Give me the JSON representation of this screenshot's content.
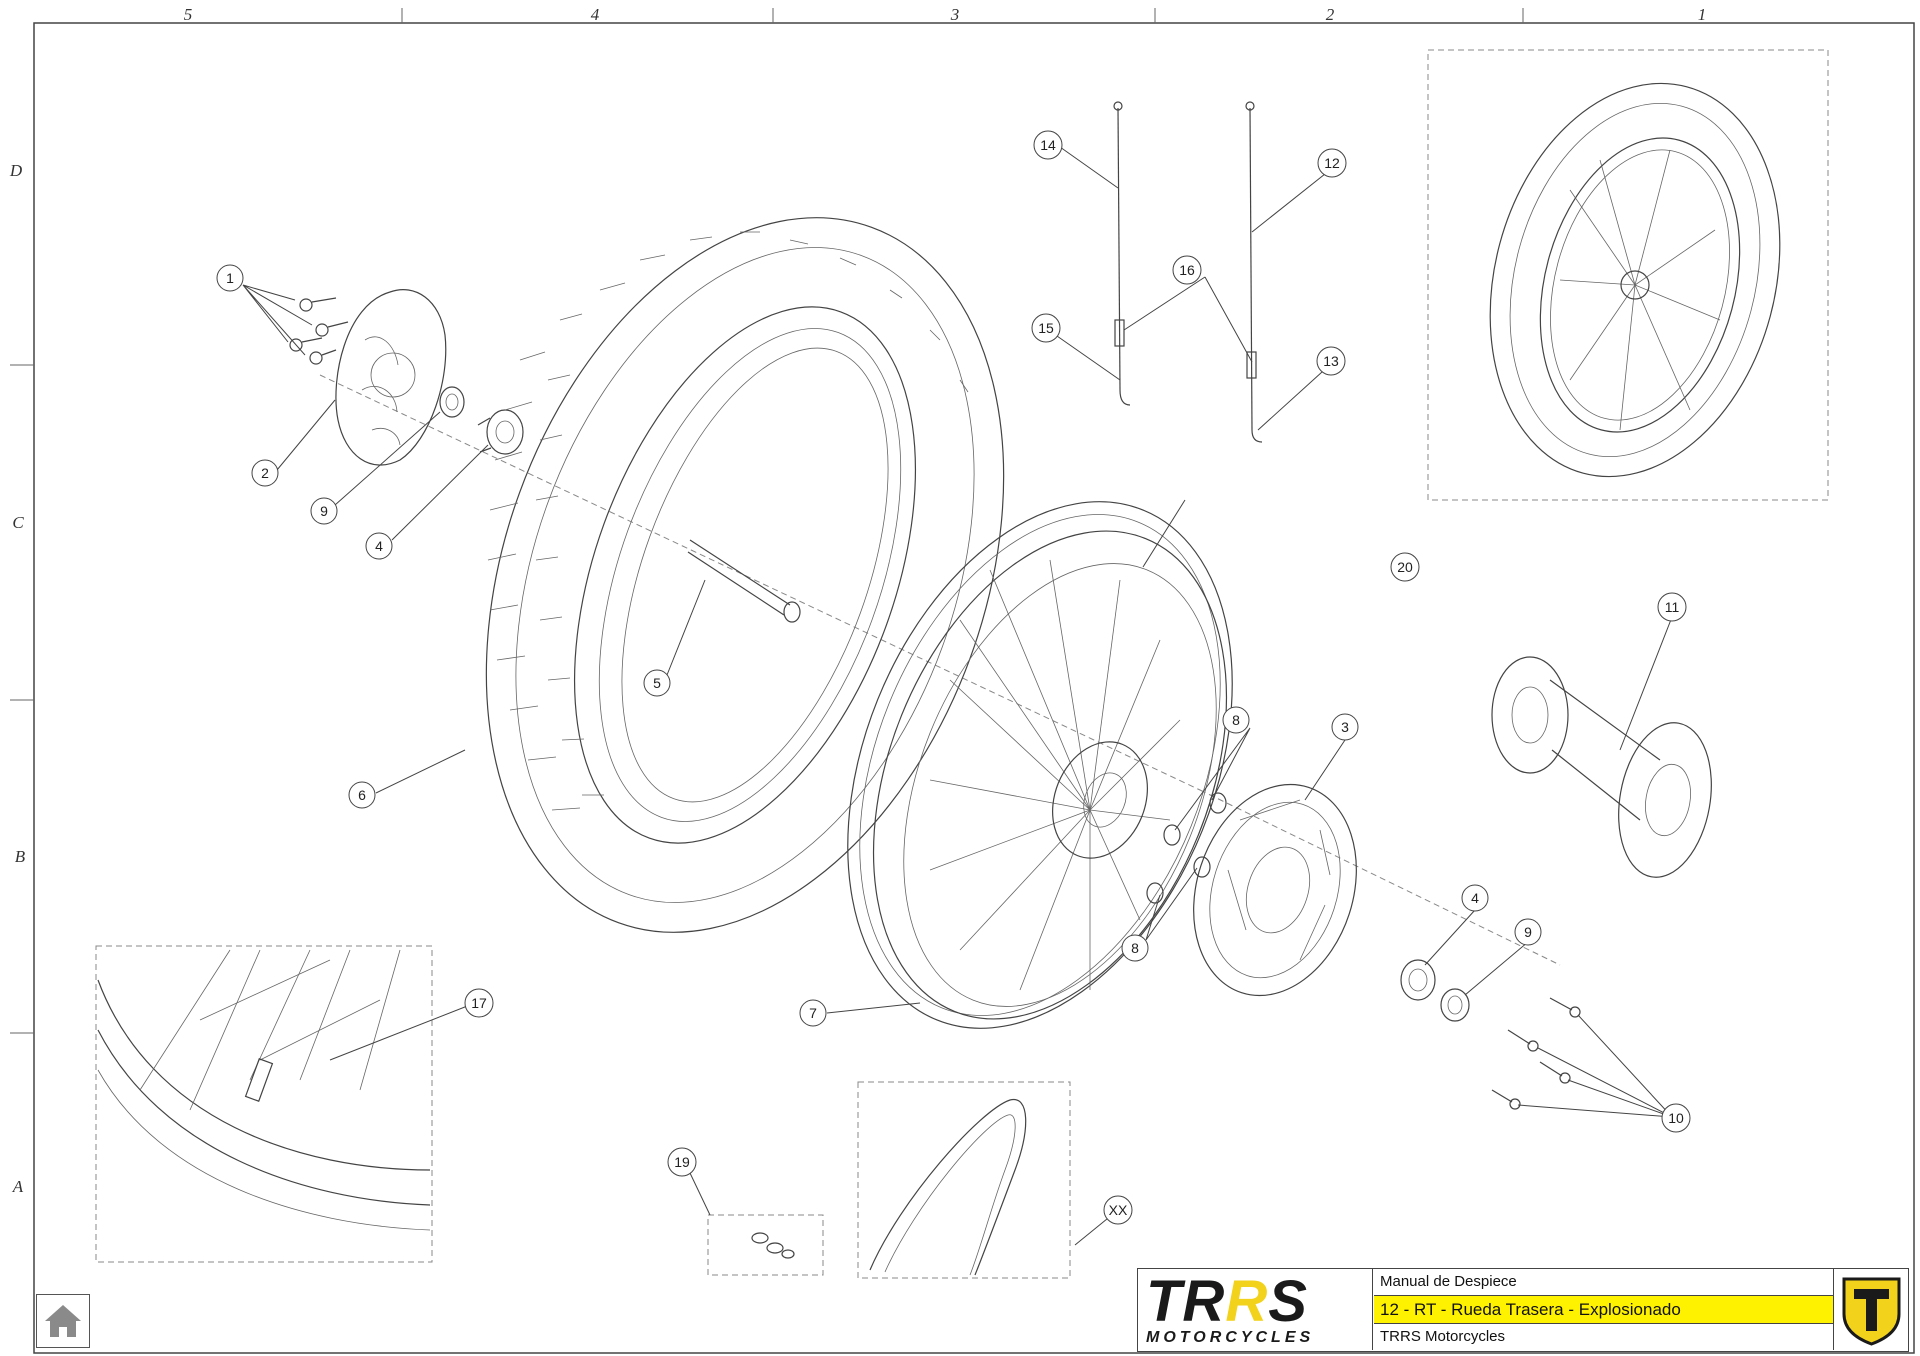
{
  "grid": {
    "columns": [
      "5",
      "4",
      "3",
      "2",
      "1"
    ],
    "rows": [
      "D",
      "C",
      "B",
      "A"
    ]
  },
  "callouts": [
    {
      "id": "c1",
      "label": "1"
    },
    {
      "id": "c2",
      "label": "2"
    },
    {
      "id": "c9a",
      "label": "9"
    },
    {
      "id": "c4a",
      "label": "4"
    },
    {
      "id": "c5",
      "label": "5"
    },
    {
      "id": "c6",
      "label": "6"
    },
    {
      "id": "c7",
      "label": "7"
    },
    {
      "id": "c8a",
      "label": "8"
    },
    {
      "id": "c8b",
      "label": "8"
    },
    {
      "id": "c3",
      "label": "3"
    },
    {
      "id": "c4b",
      "label": "4"
    },
    {
      "id": "c9b",
      "label": "9"
    },
    {
      "id": "c10",
      "label": "10"
    },
    {
      "id": "c11",
      "label": "11"
    },
    {
      "id": "c12",
      "label": "12"
    },
    {
      "id": "c13",
      "label": "13"
    },
    {
      "id": "c14",
      "label": "14"
    },
    {
      "id": "c15",
      "label": "15"
    },
    {
      "id": "c16",
      "label": "16"
    },
    {
      "id": "c17",
      "label": "17"
    },
    {
      "id": "c19",
      "label": "19"
    },
    {
      "id": "c20",
      "label": "20"
    },
    {
      "id": "cxx",
      "label": "XX"
    }
  ],
  "title_block": {
    "brand_prefix": "TR",
    "brand_accent": "R",
    "brand_suffix": "S",
    "brand_sub": "MOTORCYCLES",
    "manual": "Manual de Despiece",
    "section": "12 - RT - Rueda Trasera - Explosionado",
    "company": "TRRS Motorcycles"
  },
  "colors": {
    "highlight": "#fff200",
    "brand_yellow": "#f2d21b",
    "line": "#444444"
  },
  "icons": {
    "home": "home-icon",
    "logo": "trrs-shield-logo-icon"
  }
}
